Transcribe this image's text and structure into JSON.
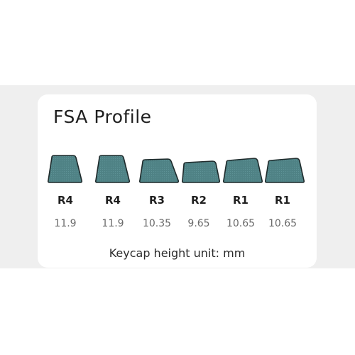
{
  "title": "FSA  Profile",
  "keycaps": [
    {
      "row": "R4",
      "height": "11.9"
    },
    {
      "row": "R4",
      "height": "11.9"
    },
    {
      "row": "R3",
      "height": "10.35"
    },
    {
      "row": "R2",
      "height": "9.65"
    },
    {
      "row": "R1",
      "height": "10.65"
    },
    {
      "row": "R1",
      "height": "10.65"
    }
  ],
  "footer_note": "Keycap height unit: mm",
  "colors": {
    "keycap_fill": "#4f8285",
    "keycap_outline": "#1e2a2b",
    "card_background": "#ffffff",
    "band_background": "#efefef"
  }
}
